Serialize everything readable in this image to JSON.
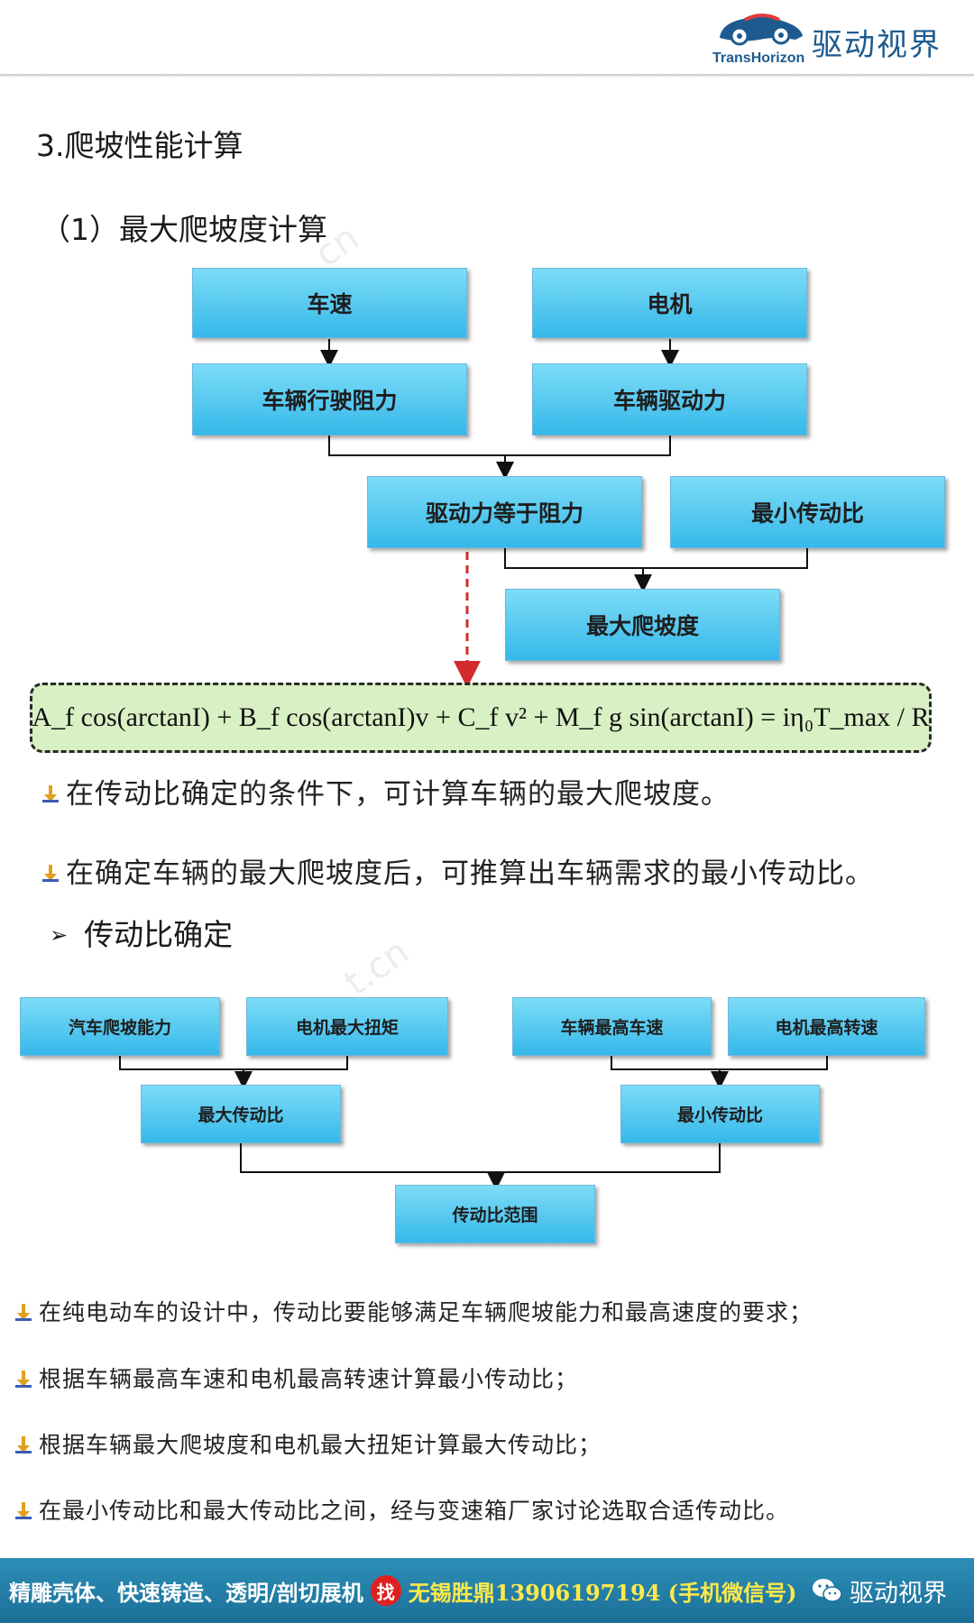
{
  "header": {
    "logo_cn": "驱动视界",
    "logo_en": "TransHorizon"
  },
  "section": {
    "title": "3.爬坡性能计算",
    "sub1": "（1）最大爬坡度计算",
    "sub2": "传动比确定",
    "sub2_marker": "➢"
  },
  "flow1": {
    "speed": "车速",
    "motor": "电机",
    "resistance": "车辆行驶阻力",
    "drive_force": "车辆驱动力",
    "equal": "驱动力等于阻力",
    "min_ratio": "最小传动比",
    "max_grade": "最大爬坡度"
  },
  "formula": {
    "text": "A_f cos(arctanI) + B_f cos(arctanI)v + C_f v² + M_f g sin(arctanI) = iη₀T_max / R"
  },
  "bullets1": [
    "在传动比确定的条件下，可计算车辆的最大爬坡度。",
    "在确定车辆的最大爬坡度后，可推算出车辆需求的最小传动比。"
  ],
  "flow2": {
    "climb": "汽车爬坡能力",
    "max_torque": "电机最大扭矩",
    "max_speed": "车辆最高车速",
    "max_rpm": "电机最高转速",
    "max_ratio": "最大传动比",
    "min_ratio": "最小传动比",
    "range": "传动比范围"
  },
  "bullets2": [
    "在纯电动车的设计中，传动比要能够满足车辆爬坡能力和最高速度的要求；",
    "根据车辆最高车速和电机最高转速计算最小传动比；",
    "根据车辆最大爬坡度和电机最大扭矩计算最大传动比；",
    "在最小传动比和最大传动比之间，经与变速箱厂家讨论选取合适传动比。"
  ],
  "footer": {
    "ad": "精雕壳体、快速铸造、透明/剖切展机",
    "find": "找",
    "contact": "无锡胜鼎13906197194 (手机微信号)",
    "brand": "驱动视界"
  },
  "colors": {
    "box_top": "#7ddcf7",
    "box_bottom": "#35b8ea",
    "formula_bg": "#d8f0c4",
    "footer": "#1c6f97",
    "dash_arrow": "#d22b2b"
  }
}
